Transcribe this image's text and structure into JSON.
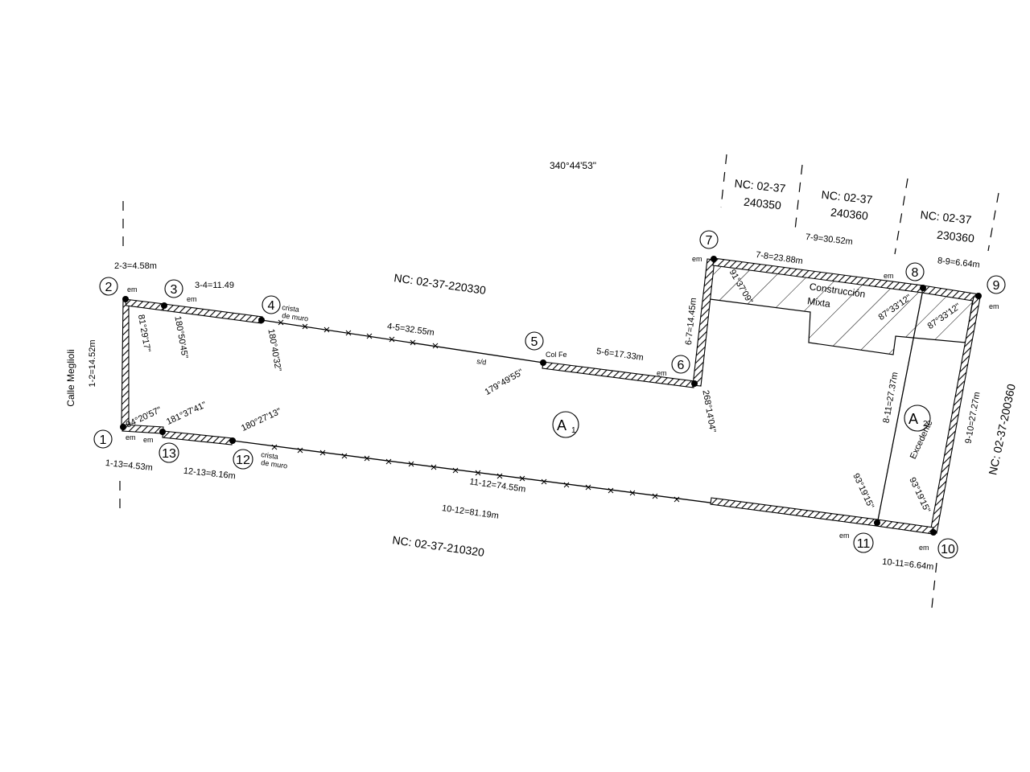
{
  "plan": {
    "top_bearing": "340°44'53\"",
    "street": "Calle Meglioli",
    "parcels": {
      "north": "NC:  02-37-220330",
      "south": "NC:  02-37-210320",
      "east": "NC:  02-37-200360",
      "ne1_a": "NC:  02-37",
      "ne1_b": "240350",
      "ne2_a": "NC:  02-37",
      "ne2_b": "240360",
      "ne3_a": "NC:  02-37",
      "ne3_b": "230360"
    },
    "vertices": [
      "1",
      "2",
      "3",
      "4",
      "5",
      "6",
      "7",
      "8",
      "9",
      "10",
      "11",
      "12",
      "13"
    ],
    "areas": {
      "a1": "A",
      "a1_sub": "1",
      "a2": "A",
      "a2_sub": "2",
      "excedente": "Excedente"
    },
    "construction": {
      "line1": "Construcción",
      "line2": "Mixta"
    },
    "sides": {
      "s1_2": "1-2=14.52m",
      "s2_3": "2-3=4.58m",
      "s3_4": "3-4=11.49",
      "s4_5": "4-5=32.55m",
      "s5_6": "5-6=17.33m",
      "s6_7": "6-7=14.45m",
      "s7_8": "7-8=23.88m",
      "s7_9": "7-9=30.52m",
      "s8_9": "8-9=6.64m",
      "s9_10": "9-10=27.27m",
      "s8_11": "8-11=27.37m",
      "s10_11": "10-11=6.64m",
      "s11_12": "11-12=74.55m",
      "s10_12": "10-12=81.19m",
      "s12_13": "12-13=8.16m",
      "s1_13": "1-13=4.53m"
    },
    "angles": {
      "a2": "81°29'17\"",
      "a3": "180°50'45\"",
      "a4": "180°40'32\"",
      "a5": "179°49'55\"",
      "a6": "268°14'04\"",
      "a7": "91°37'09\"",
      "a8": "87°33'12\"",
      "a9": "87°33'12\"",
      "a10": "93°19'15\"",
      "a11": "93°19'15\"",
      "a12": "180°27'13\"",
      "a13": "181°37'41\"",
      "a1": "94°20'57\""
    },
    "notes": {
      "em": "em",
      "crista": "crista",
      "de_muro": "de muro",
      "col_fe": "Col  Fe",
      "sd": "s/d"
    }
  }
}
